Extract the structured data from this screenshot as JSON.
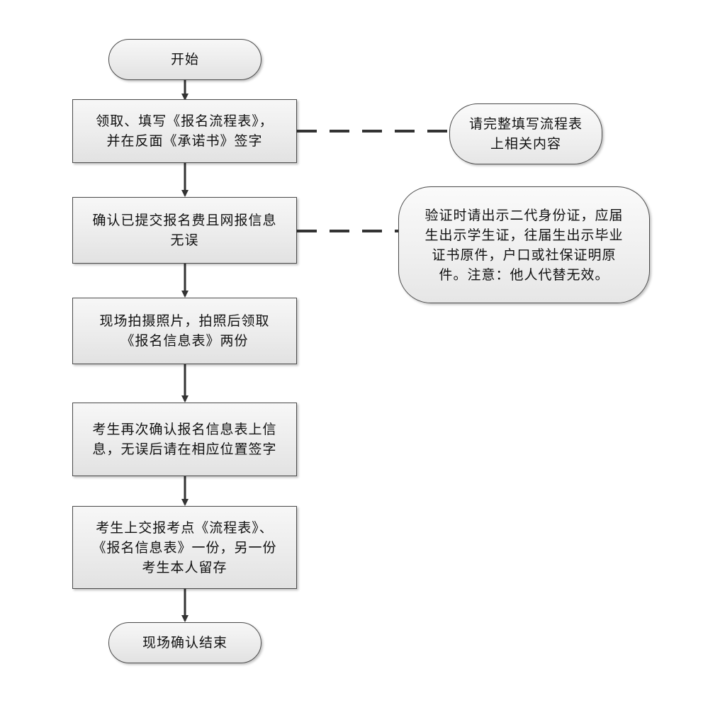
{
  "flow": {
    "start": "开始",
    "steps": [
      "领取、填写《报名流程表》，\n并在反面《承诺书》签字",
      "确认已提交报名费且网报信息\n无误",
      "现场拍摄照片，拍照后领取\n《报名信息表》两份",
      "考生再次确认报名信息表上信\n息，无误后请在相应位置签字",
      "考生上交报考点《流程表》、\n《报名信息表》一份，另一份\n考生本人留存"
    ],
    "end": "现场确认结束"
  },
  "notes": [
    "请完整填写流程表\n上相关内容",
    "验证时请出示二代身份证，应届\n生出示学生证，往届生出示毕业\n证书原件，户口或社保证明原\n件。注意：他人代替无效。"
  ]
}
